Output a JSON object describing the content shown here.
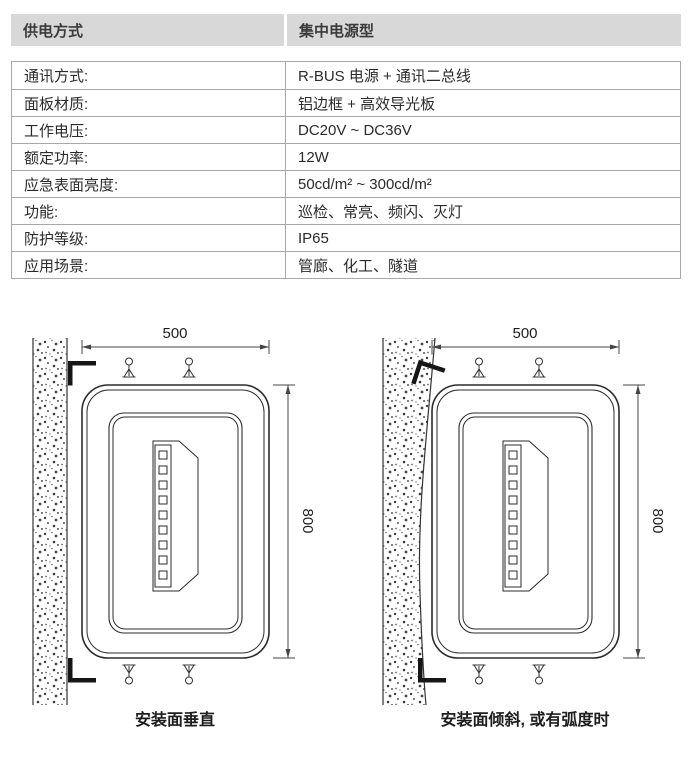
{
  "spec_table": {
    "header": {
      "label": "供电方式",
      "value": "集中电源型"
    },
    "rows": [
      {
        "label": "通讯方式:",
        "value": "R-BUS 电源 + 通讯二总线"
      },
      {
        "label": "面板材质:",
        "value": "铝边框 + 高效导光板"
      },
      {
        "label": "工作电压:",
        "value": "DC20V ~ DC36V"
      },
      {
        "label": "额定功率:",
        "value": "12W"
      },
      {
        "label": "应急表面亮度:",
        "value": "50cd/m² ~ 300cd/m²"
      },
      {
        "label": "功能:",
        "value": "巡检、常亮、频闪、灭灯"
      },
      {
        "label": "防护等级:",
        "value": "IP65"
      },
      {
        "label": "应用场景:",
        "value": "管廊、化工、隧道"
      }
    ],
    "header_bg": "#d8d8d8",
    "border_color": "#a8a8a8"
  },
  "diagrams": {
    "left": {
      "width_dim": "500",
      "height_dim": "800",
      "caption": "安装面垂直"
    },
    "right": {
      "width_dim": "500",
      "height_dim": "800",
      "caption": "安装面倾斜, 或有弧度时"
    }
  }
}
